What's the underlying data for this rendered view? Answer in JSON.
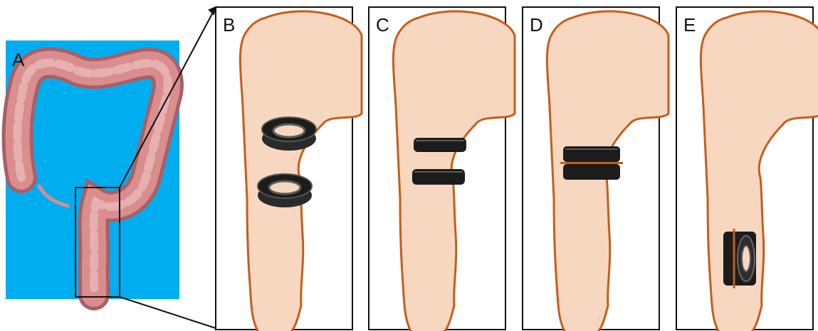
{
  "panels": [
    {
      "id": "A",
      "label": "A",
      "content": "photo-colon"
    },
    {
      "id": "B",
      "label": "B",
      "content": "rings-separated"
    },
    {
      "id": "C",
      "label": "C",
      "content": "rings-approaching"
    },
    {
      "id": "D",
      "label": "D",
      "content": "rings-coupled"
    },
    {
      "id": "E",
      "label": "E",
      "content": "ring-passed"
    }
  ],
  "colors": {
    "photo_background": "#00aeef",
    "colon_tissue": "#d98d8d",
    "colon_shadow": "#a95f67",
    "bowel_fill": "#f7d7c0",
    "bowel_outline": "#c55e1b",
    "magnet_ring": "#1c1c1c",
    "magnet_highlight": "#5a5a5a",
    "panel_border": "#111111"
  },
  "icons": [
    "magnetic-ring-icon"
  ]
}
